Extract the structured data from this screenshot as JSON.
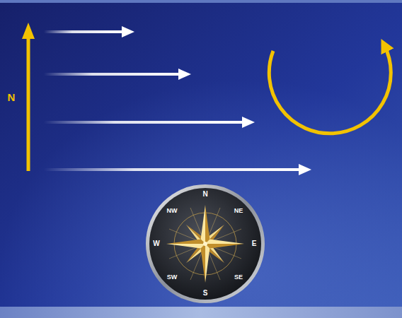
{
  "diagram": {
    "labels": [
      "N",
      "N",
      "NE",
      "E",
      "SE",
      "S",
      "SW",
      "W",
      "NW"
    ]
  }
}
